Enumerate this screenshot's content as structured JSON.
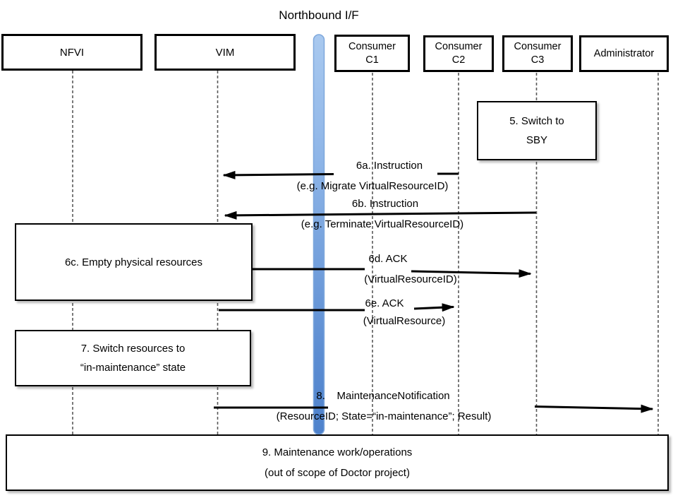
{
  "title": "Northbound I/F",
  "actors": [
    {
      "label": "NFVI"
    },
    {
      "label": "VIM"
    },
    {
      "label": "Consumer",
      "sub": "C1"
    },
    {
      "label": "Consumer",
      "sub": "C2"
    },
    {
      "label": "Consumer",
      "sub": "C3"
    },
    {
      "label": "Administrator"
    }
  ],
  "notes": {
    "switch_sby": {
      "line1": "5. Switch to",
      "line2": "SBY"
    },
    "empty_resources": {
      "line1": "6c. Empty physical resources"
    },
    "switch_maintenance": {
      "line1": "7. Switch resources to",
      "line2": "“in-maintenance” state"
    },
    "maintenance_work": {
      "line1": "9. Maintenance work/operations",
      "line2": "(out of scope of Doctor project)"
    }
  },
  "messages": {
    "m6a": {
      "name": "6a. Instruction",
      "params": "(e.g. Migrate VirtualResourceID)"
    },
    "m6b": {
      "name": "6b. Instruction",
      "params": "(e.g. Terminate VirtualResourceID)"
    },
    "m6d": {
      "name": "6d. ACK",
      "params": "(VirtualResourceID)"
    },
    "m6e": {
      "name": "6e. ACK",
      "params": "(VirtualResource)"
    },
    "m8": {
      "name": "8.    MaintenanceNotification",
      "params": "(ResourceID; State=“in-maintenance”; Result)"
    }
  },
  "colors": {
    "line_black": "#000000",
    "lifeline_gray": "#595959",
    "bar_fill_top": "#A9C9EF",
    "bar_fill_bottom": "#4E82CC",
    "bar_border": "#7FA8DC"
  }
}
